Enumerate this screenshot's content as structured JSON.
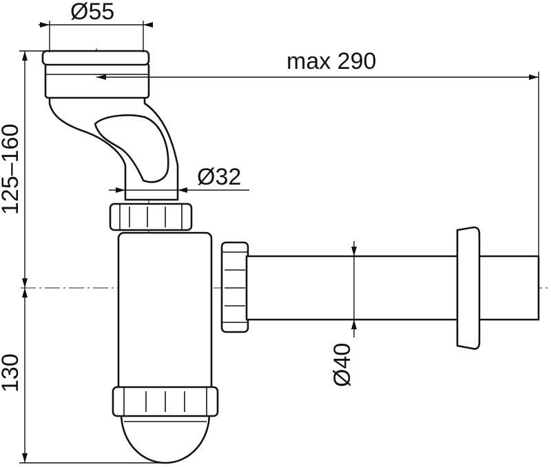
{
  "dimensions": {
    "top_diameter": "Ø55",
    "max_length": "max 290",
    "inlet_pipe_diameter": "Ø32",
    "upper_height": "125–160",
    "lower_height": "130",
    "outlet_pipe_diameter": "Ø40"
  },
  "colors": {
    "line": "#111111",
    "background": "#ffffff"
  }
}
